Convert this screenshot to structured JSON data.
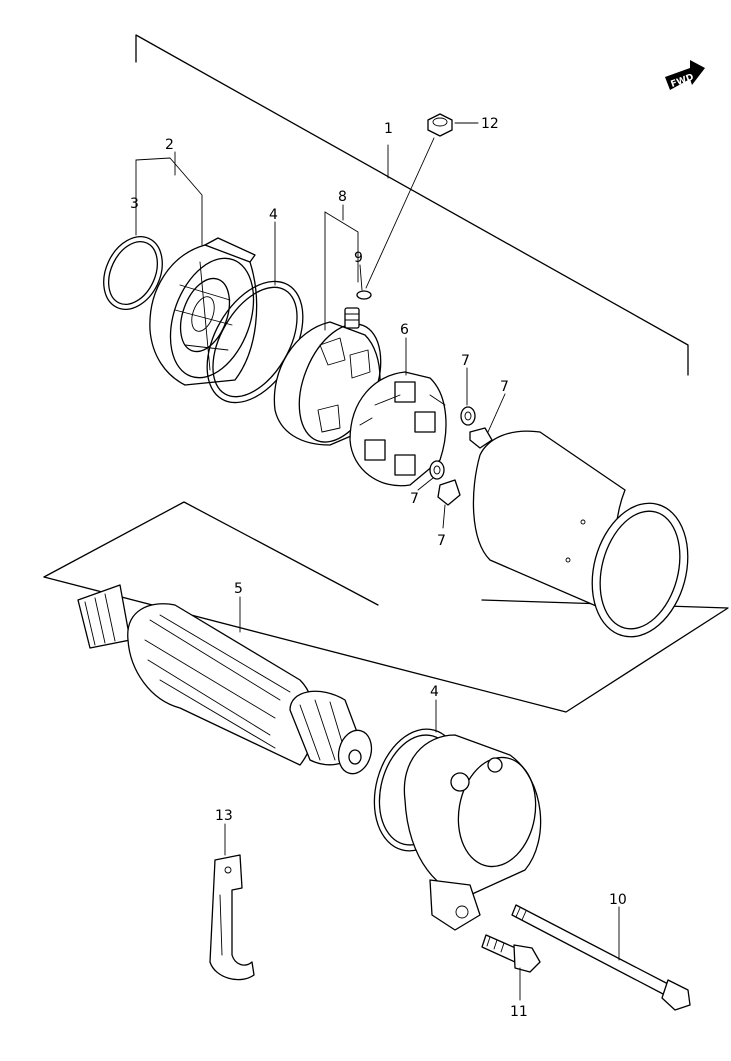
{
  "fwd_badge": {
    "text": "FWD"
  },
  "callouts": [
    {
      "id": "c1",
      "text": "1"
    },
    {
      "id": "c2",
      "text": "2"
    },
    {
      "id": "c3",
      "text": "3"
    },
    {
      "id": "c4a",
      "text": "4"
    },
    {
      "id": "c4b",
      "text": "4"
    },
    {
      "id": "c5",
      "text": "5"
    },
    {
      "id": "c6",
      "text": "6"
    },
    {
      "id": "c7a",
      "text": "7"
    },
    {
      "id": "c7b",
      "text": "7"
    },
    {
      "id": "c7c",
      "text": "7"
    },
    {
      "id": "c7d",
      "text": "7"
    },
    {
      "id": "c8",
      "text": "8"
    },
    {
      "id": "c9",
      "text": "9"
    },
    {
      "id": "c10",
      "text": "10"
    },
    {
      "id": "c11",
      "text": "11"
    },
    {
      "id": "c12",
      "text": "12"
    },
    {
      "id": "c13",
      "text": "13"
    }
  ]
}
